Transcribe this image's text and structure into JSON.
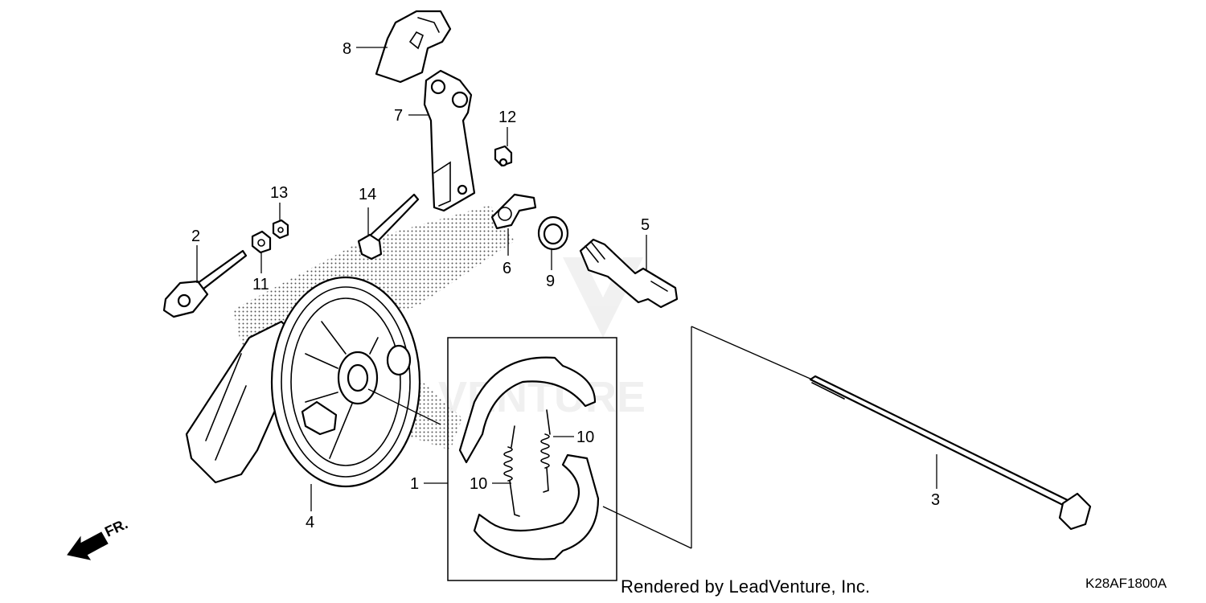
{
  "callouts": {
    "c1": "1",
    "c2": "2",
    "c3": "3",
    "c4": "4",
    "c5": "5",
    "c6": "6",
    "c7": "7",
    "c8": "8",
    "c9": "9",
    "c10a": "10",
    "c10b": "10",
    "c11": "11",
    "c12": "12",
    "c13": "13",
    "c14": "14"
  },
  "front_marker": "FR.",
  "watermark": "VENTURE",
  "footer": {
    "rendered_by": "Rendered by LeadVenture, Inc.",
    "diagram_code": "K28AF1800A"
  }
}
